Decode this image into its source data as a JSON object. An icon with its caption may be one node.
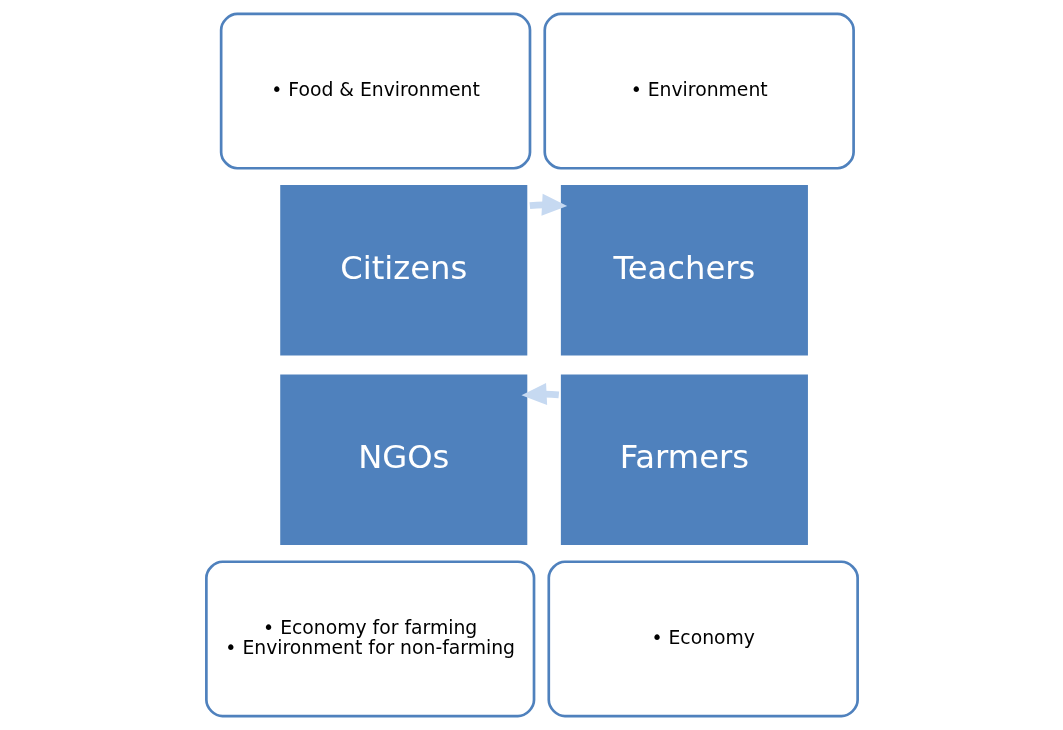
{
  "diagram": {
    "nodes": [
      {
        "text": [
          "• Food & Environment"
        ]
      },
      {
        "text": [
          "• Environment"
        ]
      },
      {
        "text": [
          "Citizens"
        ]
      },
      {
        "text": [
          "Teachers"
        ]
      },
      {
        "text": [
          "NGOs"
        ]
      },
      {
        "text": [
          "Farmers"
        ]
      },
      {
        "text": [
          "• Economy for farming",
          "• Environment for non-farming"
        ]
      },
      {
        "text": [
          "• Economy"
        ]
      }
    ],
    "edges": [
      {
        "from": 2,
        "to": 3,
        "arrow": "to"
      },
      {
        "from": 5,
        "to": 4,
        "arrow": "to"
      }
    ]
  }
}
